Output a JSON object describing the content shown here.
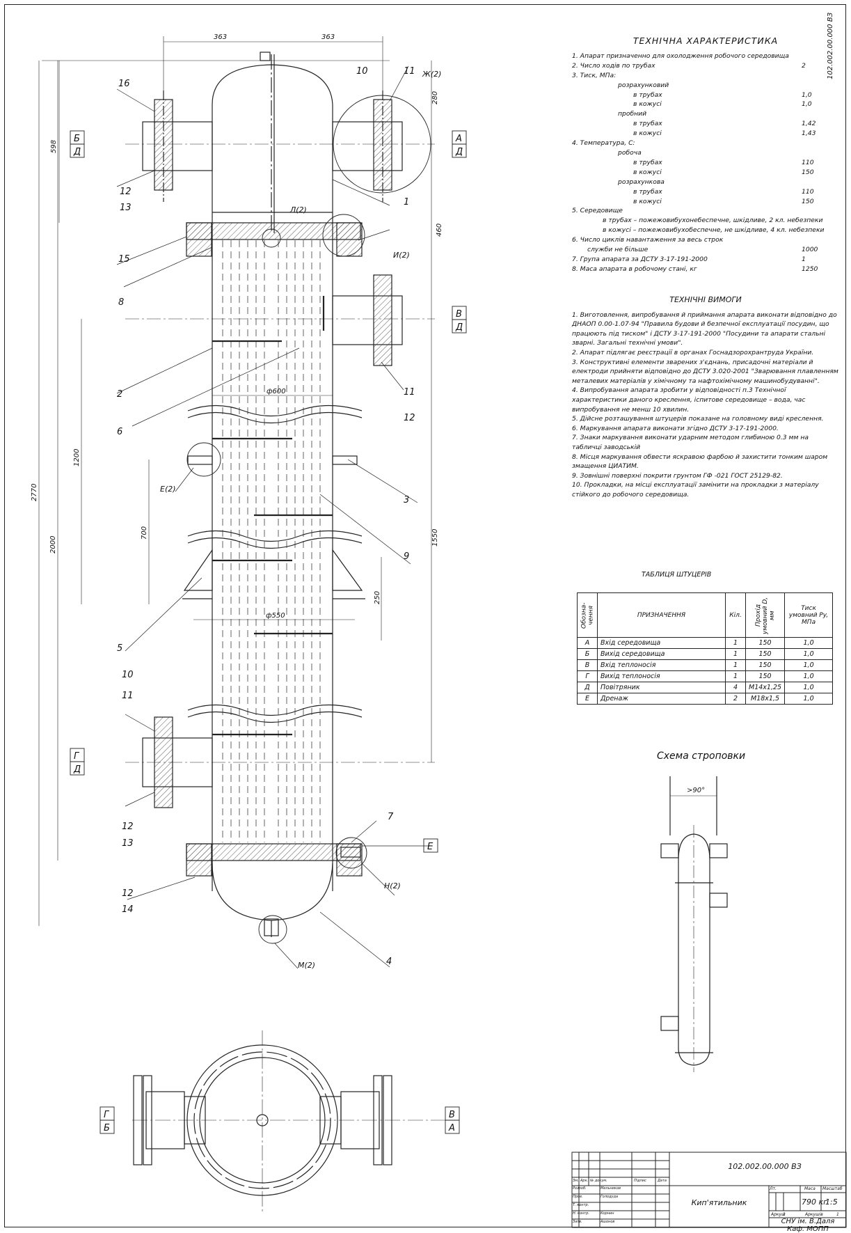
{
  "sheet_code": "102.002.00.000 ВЗ",
  "characteristics": {
    "title": "ТЕХНІЧНА ХАРАКТЕРИСТИКА",
    "rows": [
      {
        "text": "1. Апарат призначенно для охолодження робочого середовища",
        "value": "",
        "indent": 0
      },
      {
        "text": "2. Число ходів по трубах",
        "value": "2",
        "indent": 0
      },
      {
        "text": "3. Тиск, МПа:",
        "value": "",
        "indent": 0
      },
      {
        "text": "розрахунковий",
        "value": "",
        "indent": 3
      },
      {
        "text": "в трубах",
        "value": "1,0",
        "indent": 4
      },
      {
        "text": "в кожусі",
        "value": "1,0",
        "indent": 4
      },
      {
        "text": "пробний",
        "value": "",
        "indent": 3
      },
      {
        "text": "в трубах",
        "value": "1,42",
        "indent": 4
      },
      {
        "text": "в кожусі",
        "value": "1,43",
        "indent": 4
      },
      {
        "text": "4. Температура, С:",
        "value": "",
        "indent": 0
      },
      {
        "text": "робоча",
        "value": "",
        "indent": 3
      },
      {
        "text": "в трубах",
        "value": "110",
        "indent": 4
      },
      {
        "text": "в кожусі",
        "value": "150",
        "indent": 4
      },
      {
        "text": "розрахункова",
        "value": "",
        "indent": 3
      },
      {
        "text": "в трубах",
        "value": "110",
        "indent": 4
      },
      {
        "text": "в кожусі",
        "value": "150",
        "indent": 4
      },
      {
        "text": "5. Середовище",
        "value": "",
        "indent": 0
      },
      {
        "text": "в трубах – пожежовибухонебеспечне, шкідливе, 2 кл. небезпеки",
        "value": "",
        "indent": 2
      },
      {
        "text": "в кожусі – пожежовибухобеспечне, не шкідливе, 4 кл. небезпеки",
        "value": "",
        "indent": 2
      },
      {
        "text": "6. Число циклів навантаження за весь строк",
        "value": "",
        "indent": 0
      },
      {
        "text": "служби не більше",
        "value": "1000",
        "indent": 1
      },
      {
        "text": "7. Група апарата за ДСТУ 3-17-191-2000",
        "value": "1",
        "indent": 0
      },
      {
        "text": "8. Маса апарата в робочому стані, кг",
        "value": "1250",
        "indent": 0
      }
    ]
  },
  "requirements": {
    "title": "ТЕХНІЧНІ ВИМОГИ",
    "items": [
      "1. Виготовлення, випробування й приймання апарата виконати відповідно до ДНАОП 0.00-1.07-94 \"Правила будови й безпечної експлуатації посудин, що працюють під тиском\" і ДСТУ 3-17-191-2000 \"Посудини та апарати стальні зварні. Загальні технічні умови\".",
      "2. Апарат підлягає реєстрації в органах Госнадзорохрантруда України.",
      "3. Конструктивні елементи зварених з'єднань, присадочні матеріали й електроди прийняти відповідно до ДСТУ 3.020-2001 \"Зварювання плавленням металевих матеріалів у хімічному та нафтохімічному машинобудуванні\".",
      "4. Випробування апарата зробити у відповідності п.3 Технічної характеристики даного креслення, іспитове середовище – вода, час випробування не менш 10 хвилин.",
      "5. Дійсне розташування штуцерів показане на головному виді креслення.",
      "6. Маркування апарата виконати згідно ДСТУ 3-17-191-2000.",
      "7. Знаки маркування виконати ударним методом глибиною 0.3 мм на табличці заводській",
      "8. Місця маркування обвести яскравою фарбою й захистити тонким шаром змащення ЦИАТИМ.",
      "9. Зовнішні поверхні покрити грунтом ГФ -021 ГОСТ 25129-82.",
      "10. Прокладки, на місці експлуатації замінити на прокладки з матеріалу стійкого до робочого середовища."
    ]
  },
  "nozzles": {
    "title": "ТАБЛИЦЯ ШТУЦЕРІВ",
    "headers": [
      "Обозна-чення",
      "ПРИЗНАЧЕННЯ",
      "Кіл.",
      "Прохід умовний D, мм",
      "Тиск умовний Py, МПа"
    ],
    "rows": [
      [
        "А",
        "Вхід середовища",
        "1",
        "150",
        "1,0"
      ],
      [
        "Б",
        "Вихід середовища",
        "1",
        "150",
        "1,0"
      ],
      [
        "В",
        "Вхід теплоносія",
        "1",
        "150",
        "1,0"
      ],
      [
        "Г",
        "Вихід теплоносія",
        "1",
        "150",
        "1,0"
      ],
      [
        "Д",
        "Повітряник",
        "4",
        "М14х1,25",
        "1,0"
      ],
      [
        "Е",
        "Дренаж",
        "2",
        "М18х1,5",
        "1,0"
      ]
    ]
  },
  "sling": {
    "title": "Схема строповки",
    "angle": ">90°"
  },
  "dims": {
    "d363a": "363",
    "d363b": "363",
    "d280": "280",
    "d598": "598",
    "d460": "460",
    "d1200": "1200",
    "d2770": "2770",
    "d2000": "2000",
    "d700": "700",
    "d1550": "1550",
    "d250": "250",
    "d600": "ф600",
    "d550": "ф550"
  },
  "callouts": {
    "c1": "1",
    "c2": "2",
    "c3": "3",
    "c4": "4",
    "c5": "5",
    "c6": "6",
    "c7": "7",
    "c8": "8",
    "c9": "9",
    "c10a": "10",
    "c10b": "10",
    "c11a": "11",
    "c11b": "11",
    "c11c": "11",
    "c12a": "12",
    "c12b": "12",
    "c12c": "12",
    "c12d": "12",
    "c13a": "13",
    "c13b": "13",
    "c14": "14",
    "c15": "15",
    "c16": "16",
    "zh": "Ж(2)",
    "l": "Л(2)",
    "i": "И(2)",
    "e": "Е(2)",
    "n": "Н(2)",
    "m": "М(2)"
  },
  "nozzle_letters": {
    "a_top": "А",
    "a_bot": "Д",
    "b_top": "Б",
    "b_bot": "Д",
    "v_top": "В",
    "v_bot": "Д",
    "g_top": "Г",
    "g_bot": "Д",
    "e": "Е",
    "pv_g": "Г",
    "pv_b": "Б",
    "pv_v": "В",
    "pv_a": "А"
  },
  "title_block": {
    "code": "102.002.00.000 ВЗ",
    "name": "Кип'ятильник",
    "mass": "790 кг",
    "scale": "1:5",
    "hdr_lit": "Лт.",
    "hdr_mass": "Маса",
    "hdr_scale": "Масштаб",
    "sheet": "Аркуш",
    "sheet_no": "1",
    "sheets": "Аркушів",
    "sheets_no": "1",
    "org1": "СНУ ім. В.Даля",
    "org2": "Каф. МОПП",
    "cols": [
      "Зм.",
      "Арк.",
      "№ докум.",
      "Підпис",
      "Дата"
    ],
    "roles": [
      [
        "Розроб.",
        "Мельников"
      ],
      [
        "Пров.",
        "Голодуда"
      ],
      [
        "Т. контр.",
        ""
      ],
      [
        "Н. контр.",
        "Корнин"
      ],
      [
        "Затв.",
        "Ашонов"
      ]
    ]
  }
}
